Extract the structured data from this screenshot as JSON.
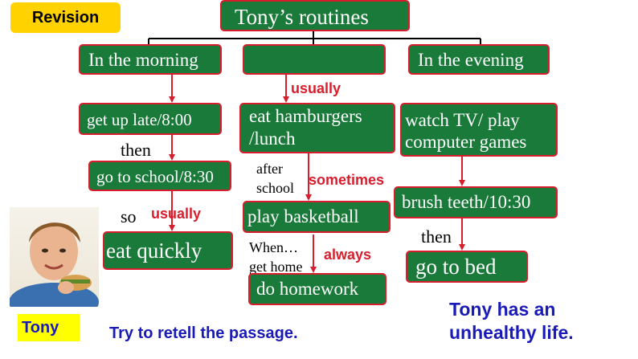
{
  "badge": "Revision",
  "title": "Tony’s routines",
  "columns": {
    "morning": {
      "header": "In the morning",
      "step1": "get up late/8:00",
      "connector1": "then",
      "step2": "go to school/8:30",
      "connector2": "so",
      "connector2_freq": "usually",
      "step3": "eat quickly"
    },
    "middle": {
      "header": "",
      "freq1": "usually",
      "step1_line1": "eat hamburgers",
      "step1_line2": "/lunch",
      "connector1_line1": "after",
      "connector1_line2": "school",
      "freq2": "sometimes",
      "step2": "play basketball",
      "connector2_line1": "When…",
      "connector2_line2": "get home",
      "freq3": "always",
      "step3": "do homework"
    },
    "evening": {
      "header": "In the evening",
      "step1_line1": "watch TV/ play",
      "step1_line2": "computer games",
      "step2": "brush teeth/10:30",
      "connector": "then",
      "step3": "go to bed"
    }
  },
  "person_name": "Tony",
  "instruction": "Try to retell the passage.",
  "conclusion_line1": "Tony has an",
  "conclusion_line2": "unhealthy life.",
  "colors": {
    "box_fill": "#1a7a3a",
    "box_border": "#d81e2c",
    "badge": "#ffd200",
    "blue_text": "#1a1ab8",
    "arrow": "#d81e2c"
  }
}
